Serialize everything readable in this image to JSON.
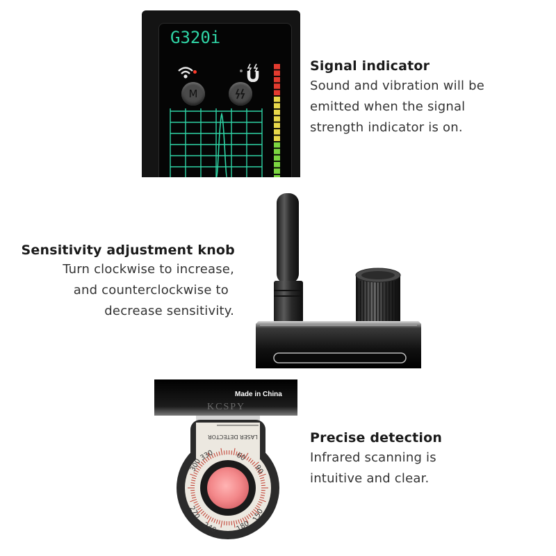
{
  "sections": {
    "signal": {
      "heading": "Signal indicator",
      "lines": [
        "Sound and vibration will be",
        "emitted when the signal",
        "strength indicator is on."
      ]
    },
    "sensitivity": {
      "heading": "Sensitivity adjustment knob",
      "lines": [
        "Turn clockwise to increase,",
        "and counterclockwise to",
        "decrease sensitivity."
      ]
    },
    "precise": {
      "heading": "Precise detection",
      "lines": [
        "Infrared scanning is",
        "intuitive and clear."
      ]
    }
  },
  "device_screen": {
    "model": "G320i",
    "mode_button": "M",
    "wifi_icon": "wifi-icon",
    "magnet_icon": "magnet-icon",
    "colors": {
      "screen_text": "#2fd5a6",
      "bar_red": "#e33b2f",
      "bar_yellow": "#e8d84a",
      "bar_green": "#7bd640"
    }
  },
  "lens_device": {
    "made_in": "Made in China",
    "laser_label": "LASER DETECTOR",
    "dial_numbers": [
      "300",
      "330",
      "60",
      "90",
      "150",
      "180",
      "240",
      "270"
    ],
    "watermark": "KCSPY"
  }
}
